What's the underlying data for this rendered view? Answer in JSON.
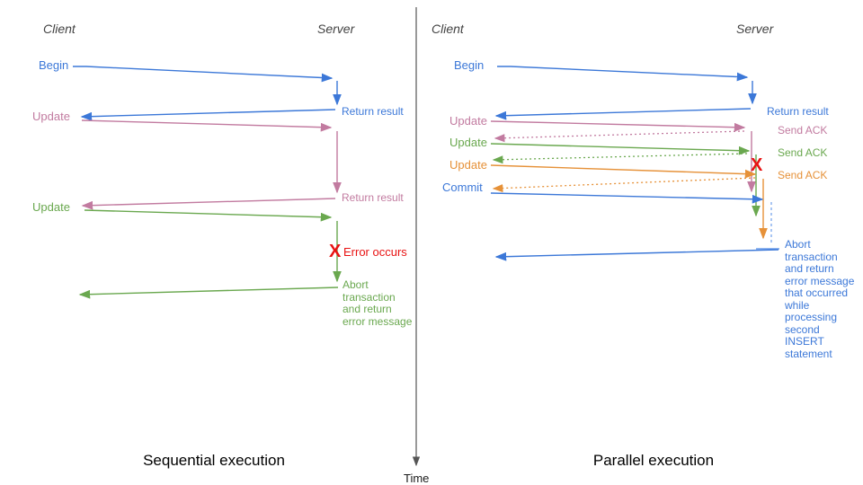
{
  "colors": {
    "blue": "#3c78d8",
    "blue_light": "#6d9eeb",
    "pink": "#c27ba0",
    "green": "#6aa84f",
    "orange": "#e69138",
    "red": "#e81212",
    "axis": "#555555",
    "header": "#434343"
  },
  "icons": {
    "x_mark": "X"
  },
  "time": {
    "label": "Time"
  },
  "sequential": {
    "client": "Client",
    "server": "Server",
    "caption": "Sequential execution",
    "begin": "Begin",
    "return1": "Return result",
    "update1": "Update",
    "return2": "Return result",
    "update2": "Update",
    "error": "Error occurs",
    "abort": "Abort\ntransaction\nand return\nerror message"
  },
  "parallel": {
    "client": "Client",
    "server": "Server",
    "caption": "Parallel execution",
    "begin": "Begin",
    "return1": "Return result",
    "update1": "Update",
    "ack1": "Send ACK",
    "update2": "Update",
    "ack2": "Send ACK",
    "update3": "Update",
    "ack3": "Send ACK",
    "commit": "Commit",
    "abort": "Abort\ntransaction\nand return\nerror message\nthat occurred\nwhile\nprocessing\nsecond\nINSERT\nstatement"
  }
}
